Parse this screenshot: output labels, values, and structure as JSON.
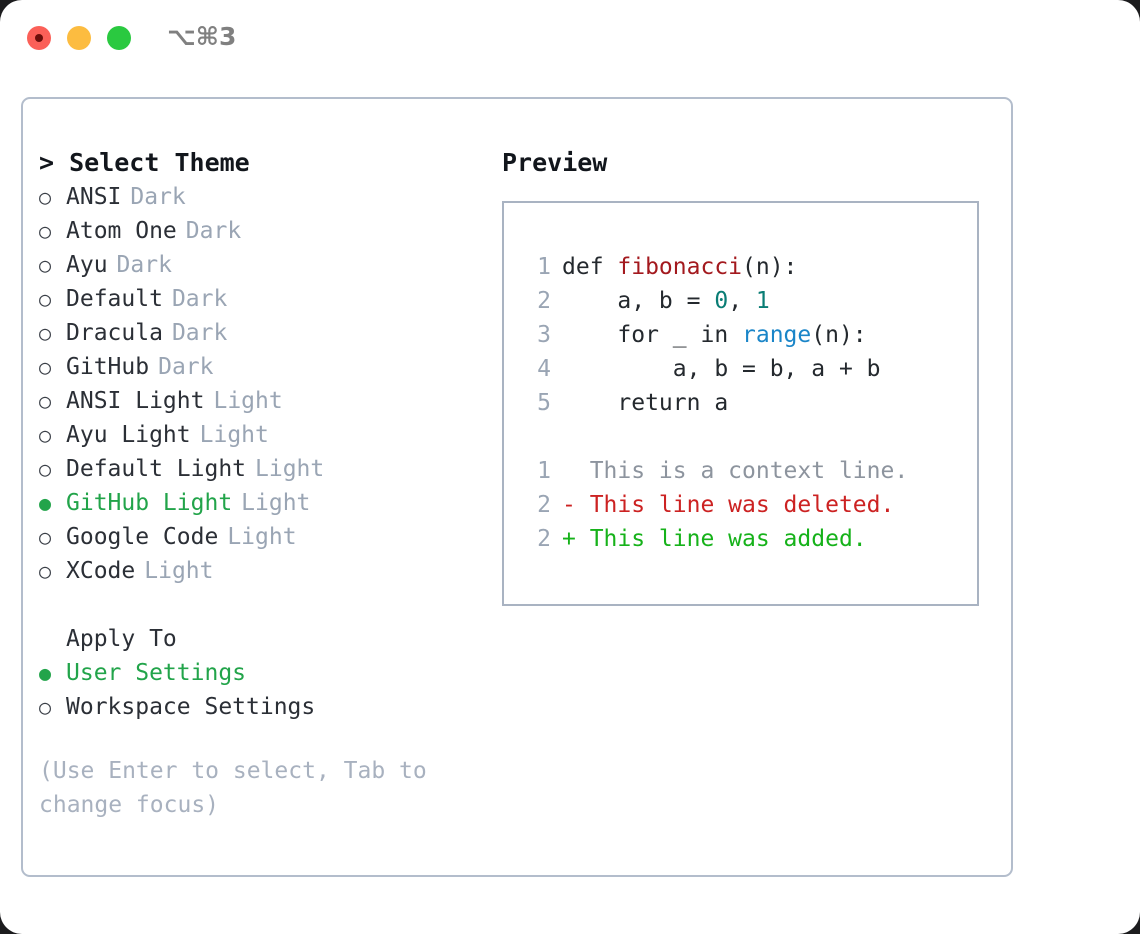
{
  "window": {
    "shortcut_label": "⌥⌘3",
    "traffic_lights": [
      "close",
      "minimize",
      "maximize"
    ]
  },
  "theme_picker": {
    "header": "> Select Theme",
    "items": [
      {
        "marker": "○",
        "name": "ANSI",
        "tag": "Dark",
        "selected": false
      },
      {
        "marker": "○",
        "name": "Atom One",
        "tag": "Dark",
        "selected": false
      },
      {
        "marker": "○",
        "name": "Ayu",
        "tag": "Dark",
        "selected": false
      },
      {
        "marker": "○",
        "name": "Default",
        "tag": "Dark",
        "selected": false
      },
      {
        "marker": "○",
        "name": "Dracula",
        "tag": "Dark",
        "selected": false
      },
      {
        "marker": "○",
        "name": "GitHub",
        "tag": "Dark",
        "selected": false
      },
      {
        "marker": "○",
        "name": "ANSI Light",
        "tag": "Light",
        "selected": false
      },
      {
        "marker": "○",
        "name": "Ayu Light",
        "tag": "Light",
        "selected": false
      },
      {
        "marker": "○",
        "name": "Default Light",
        "tag": "Light",
        "selected": false
      },
      {
        "marker": "●",
        "name": "GitHub Light",
        "tag": "Light",
        "selected": true
      },
      {
        "marker": "○",
        "name": "Google Code",
        "tag": "Light",
        "selected": false
      },
      {
        "marker": "○",
        "name": "XCode",
        "tag": "Light",
        "selected": false
      }
    ]
  },
  "apply_to": {
    "heading": "Apply To",
    "items": [
      {
        "marker": "●",
        "name": "User Settings",
        "selected": true
      },
      {
        "marker": "○",
        "name": "Workspace Settings",
        "selected": false
      }
    ]
  },
  "hint": "(Use Enter to select, Tab to\nchange focus)",
  "preview": {
    "title": "Preview",
    "code_lines": [
      {
        "num": "1",
        "tokens": [
          {
            "text": "def ",
            "cls": "tok-plain"
          },
          {
            "text": "fibonacci",
            "cls": "tok-func"
          },
          {
            "text": "(n):",
            "cls": "tok-plain"
          }
        ]
      },
      {
        "num": "2",
        "tokens": [
          {
            "text": "    a, b = ",
            "cls": "tok-plain"
          },
          {
            "text": "0",
            "cls": "tok-num"
          },
          {
            "text": ", ",
            "cls": "tok-plain"
          },
          {
            "text": "1",
            "cls": "tok-num"
          }
        ]
      },
      {
        "num": "3",
        "tokens": [
          {
            "text": "    for _ in ",
            "cls": "tok-plain"
          },
          {
            "text": "range",
            "cls": "tok-builtin"
          },
          {
            "text": "(n):",
            "cls": "tok-plain"
          }
        ]
      },
      {
        "num": "4",
        "tokens": [
          {
            "text": "        a, b = b, a + b",
            "cls": "tok-plain"
          }
        ]
      },
      {
        "num": "5",
        "tokens": [
          {
            "text": "    return a",
            "cls": "tok-plain"
          }
        ]
      }
    ],
    "diff_lines": [
      {
        "num": "1",
        "text": "  This is a context line.",
        "cls": "tok-ctx"
      },
      {
        "num": "2",
        "text": "- This line was deleted.",
        "cls": "tok-del"
      },
      {
        "num": "2",
        "text": "+ This line was added.",
        "cls": "tok-add"
      }
    ]
  },
  "colors": {
    "accent_green": "#22a44a",
    "muted": "#9aa5b4",
    "border": "#b3bdcc",
    "code_function": "#a3191e",
    "code_number": "#0a7d75",
    "code_builtin": "#1a85c8",
    "diff_added": "#16b21a",
    "diff_removed": "#cc2222"
  }
}
